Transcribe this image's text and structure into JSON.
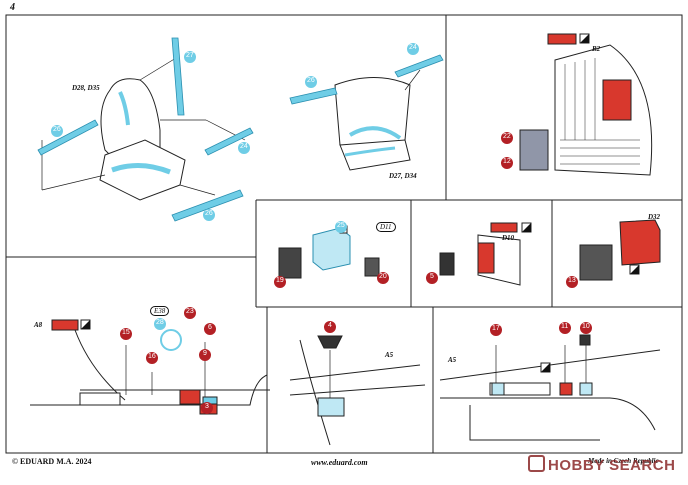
{
  "page": {
    "number": "4"
  },
  "footer": {
    "copyright": "© EDUARD  M.A. 2024",
    "website": "www.eduard.com",
    "made_in": "Made in Czech Republic"
  },
  "watermark": {
    "text": "HOBBY SEARCH"
  },
  "colors": {
    "photo_etch": "#6fcde6",
    "paint_red": "#d8382d",
    "part_number_red": "#b32025",
    "panel_border": "#222222"
  },
  "seat_panel_1": {
    "callout_d28": "D28, D35",
    "parts": [
      "27",
      "26",
      "24",
      "26"
    ]
  },
  "seat_panel_2": {
    "callout_d27": "D27, D34",
    "parts": [
      "24",
      "26"
    ]
  },
  "tail_panel": {
    "callout_b2": "B2",
    "parts": [
      "22",
      "12"
    ]
  },
  "box_panel_1": {
    "parts": [
      "25",
      "19",
      "20"
    ],
    "callout_d11": "D11"
  },
  "box_panel_2": {
    "callout_d10": "D10",
    "parts": [
      "5"
    ]
  },
  "box_panel_3": {
    "callout_d32": "D32",
    "parts": [
      "13"
    ]
  },
  "fuselage_panel_1": {
    "callout_a8": "A8",
    "callout_e38": "E38",
    "parts": [
      "15",
      "16",
      "23",
      "28",
      "6",
      "9",
      "3"
    ]
  },
  "fuselage_panel_2": {
    "callout_a5": "A5",
    "parts": [
      "4"
    ]
  },
  "fuselage_panel_3": {
    "callout_a5": "A5",
    "parts": [
      "17",
      "11",
      "10"
    ]
  }
}
